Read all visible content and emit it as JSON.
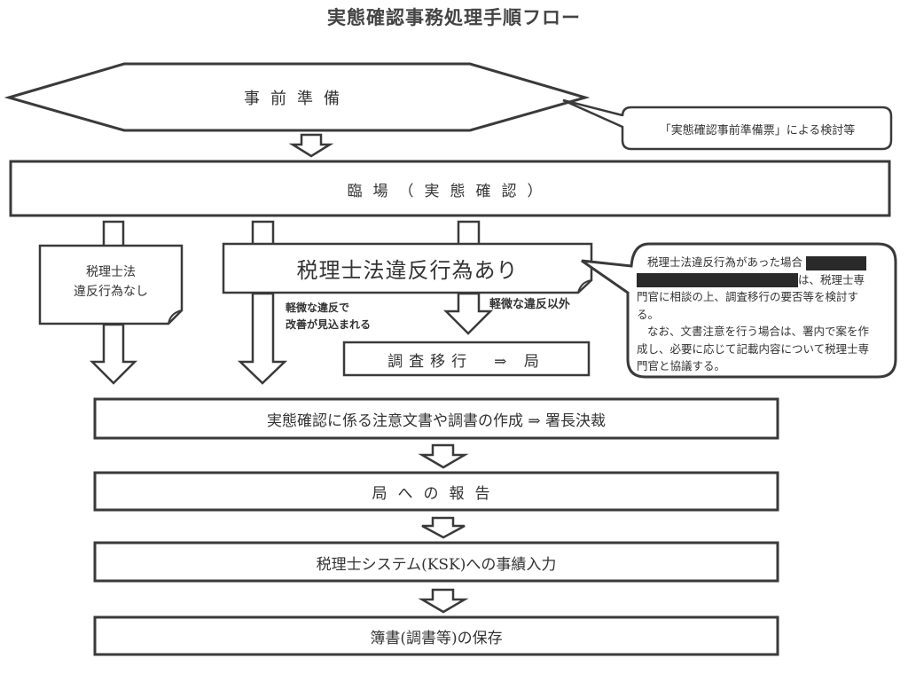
{
  "title": "実態確認事務処理手順フロー",
  "nodes": {
    "preparation": "事前準備",
    "preparation_note": "「実態確認事前準備票」による検討等",
    "onsite": "臨場（実態確認）",
    "no_violation": [
      "税理士法",
      "違反行為なし"
    ],
    "violation": "税理士法違反行為あり",
    "investigation": "調査移行　⇒ 局",
    "document_creation": "実態確認に係る注意文書や調書の作成 ⇒ 署長決裁",
    "report": "局への報告",
    "ksk_input": "税理士システム(KSK)への事績入力",
    "storage": "簿書(調書等)の保存"
  },
  "branch_labels": {
    "minor": [
      "軽微な違反で",
      "改善が見込まれる"
    ],
    "not_minor": "軽微な違反以外"
  },
  "violation_note": {
    "line1": "税理士法違反行為があった場合",
    "line2_suffix": "は、税理士専",
    "line3": "門官に相談の上、調査移行の要否等を検討す",
    "line4": "る。",
    "line5": "なお、文書注意を行う場合は、署内で案を作",
    "line6": "成し、必要に応じて記載内容について税理士専",
    "line7": "門官と協議する。"
  },
  "colors": {
    "stroke": "#3a3a3a",
    "text": "#333333",
    "redaction": "#2a2a2a"
  }
}
